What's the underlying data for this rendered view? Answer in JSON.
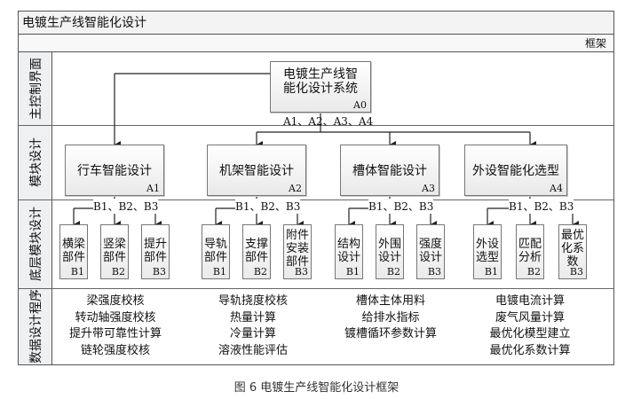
{
  "diagram": {
    "header_title": "电镀生产线智能化设计",
    "header_sub": "框架",
    "layers": [
      {
        "label": "主控制界面"
      },
      {
        "label": "模块设计"
      },
      {
        "label": "底层模块设计"
      },
      {
        "label": "数据设计程序"
      }
    ],
    "root": {
      "title": "电镀生产线智能化设计系统",
      "code": "A0",
      "edge_label": "A1、A2、A3、A4"
    },
    "modules": [
      {
        "title": "行车智能设计",
        "code": "A1",
        "edge_label": "B1、B2、B3",
        "subs": [
          {
            "text": "横梁部件",
            "code": "B1"
          },
          {
            "text": "竖梁部件",
            "code": "B2"
          },
          {
            "text": "提升部件",
            "code": "B3"
          }
        ],
        "programs": [
          "梁强度校核",
          "转动轴强度校核",
          "提升带可靠性计算",
          "链轮强度校核"
        ]
      },
      {
        "title": "机架智能设计",
        "code": "A2",
        "edge_label": "B1、B2、B3",
        "subs": [
          {
            "text": "导轨部件",
            "code": "B1"
          },
          {
            "text": "支撑部件",
            "code": "B2"
          },
          {
            "text": "附件安装部件",
            "code": "B3"
          }
        ],
        "programs": [
          "导轨挠度校核",
          "热量计算",
          "冷量计算",
          "溶液性能评估"
        ]
      },
      {
        "title": "槽体智能设计",
        "code": "A3",
        "edge_label": "B1、B2、B3",
        "subs": [
          {
            "text": "结构设计",
            "code": "B1"
          },
          {
            "text": "外围设计",
            "code": "B2"
          },
          {
            "text": "强度设计",
            "code": "B3"
          }
        ],
        "programs": [
          "槽体主体用料",
          "给排水指标",
          "镀槽循环参数计算"
        ]
      },
      {
        "title": "外设智能化选型",
        "code": "A4",
        "edge_label": "B1、B2、B3",
        "subs": [
          {
            "text": "外设选型",
            "code": "B1"
          },
          {
            "text": "匹配分析",
            "code": "B2"
          },
          {
            "text": "最优化系数",
            "code": "B3"
          }
        ],
        "programs": [
          "电镀电流计算",
          "废气风量计算",
          "最优化模型建立",
          "最优化系数计算"
        ]
      }
    ],
    "caption": "图 6  电镀生产线智能化设计框架"
  }
}
